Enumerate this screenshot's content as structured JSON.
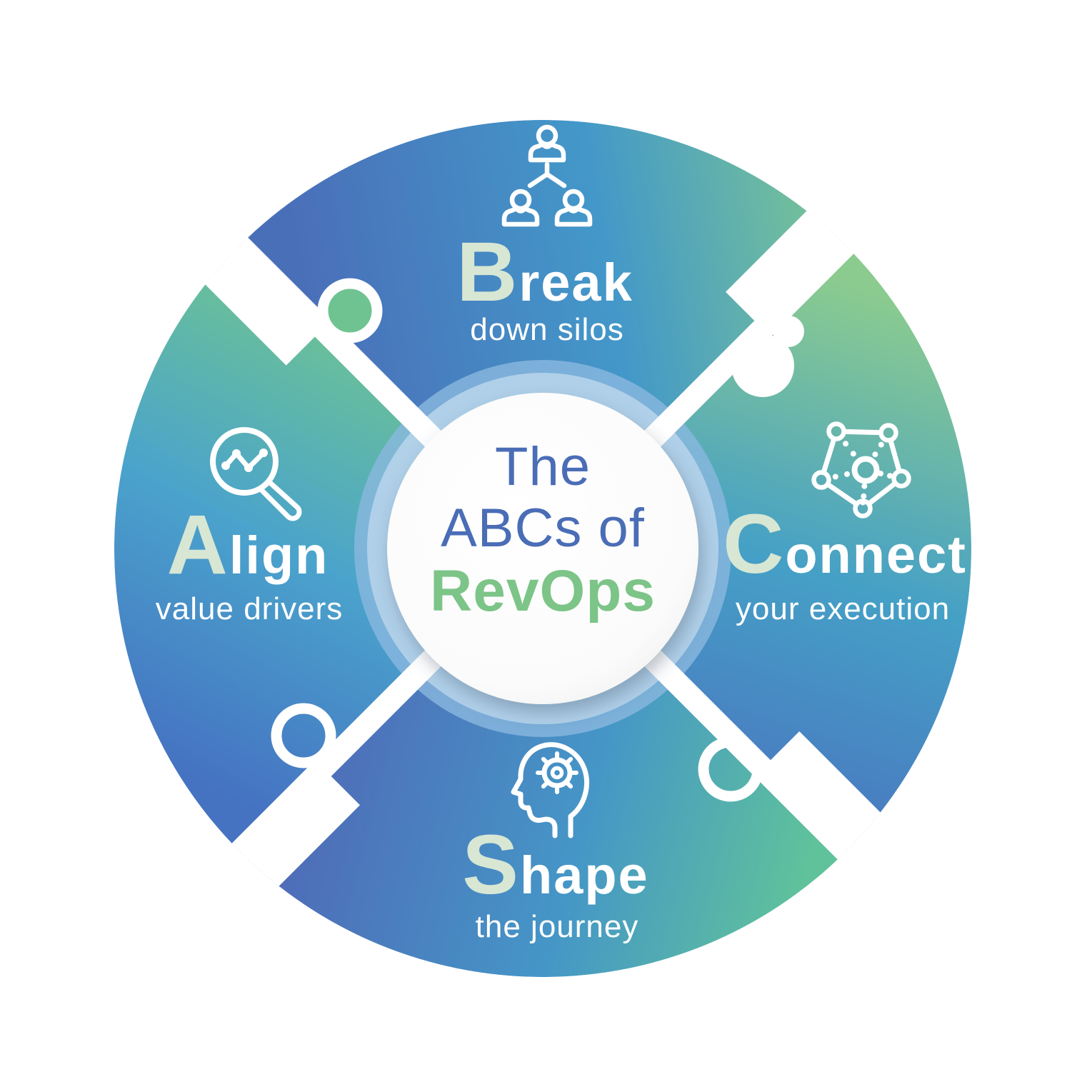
{
  "center": {
    "line1": "The",
    "line2": "ABCs of",
    "line3": "RevOps"
  },
  "pieces": [
    {
      "id": "break",
      "letter": "B",
      "word_rest": "reak",
      "word": "Break",
      "subtitle": "down silos",
      "icon": "org-chart-icon",
      "position": "top"
    },
    {
      "id": "connect",
      "letter": "C",
      "word_rest": "onnect",
      "word": "Connect",
      "subtitle": "your execution",
      "icon": "network-nodes-icon",
      "position": "right"
    },
    {
      "id": "shape",
      "letter": "S",
      "word_rest": "hape",
      "word": "Shape",
      "subtitle": "the journey",
      "icon": "head-gear-icon",
      "position": "bottom"
    },
    {
      "id": "align",
      "letter": "A",
      "word_rest": "lign",
      "word": "Align",
      "subtitle": "value drivers",
      "icon": "magnifier-chart-icon",
      "position": "left"
    }
  ],
  "colors": {
    "piece_blue": "#4a6fb9",
    "piece_teal": "#45a0c6",
    "piece_green": "#7cc793",
    "mint_letter": "#d7e7d3",
    "center_title_blue": "#4a6db6",
    "revops_green": "#7cc487",
    "halo_blue": "#8ab8de",
    "seam_white": "#ffffff"
  }
}
